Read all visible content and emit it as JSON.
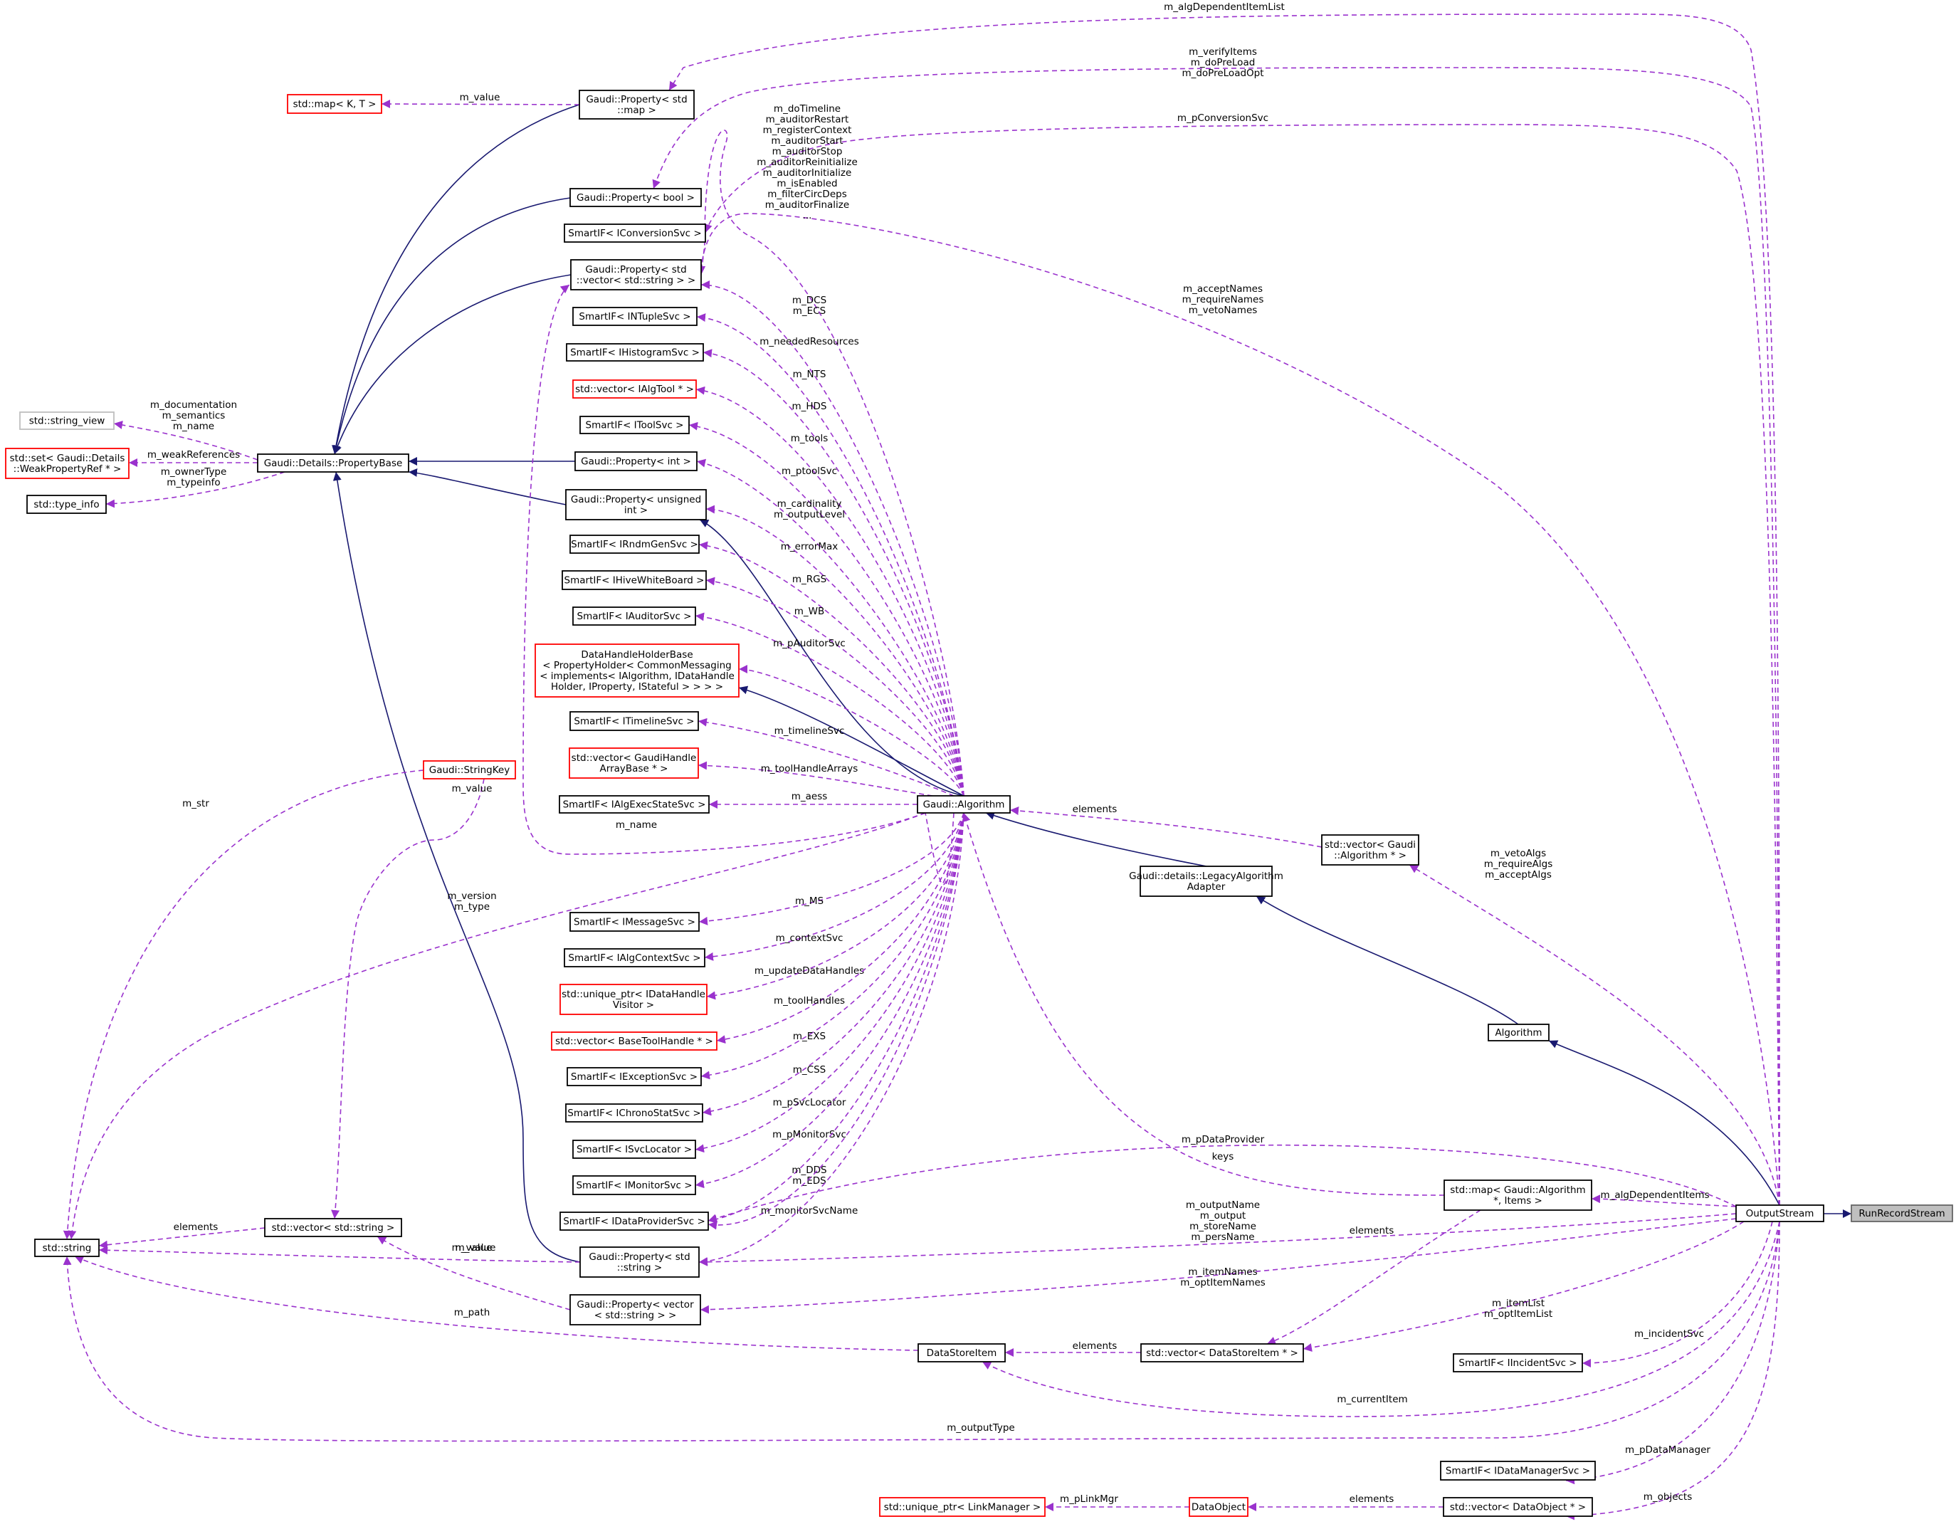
{
  "nodes": [
    {
      "id": "RunRecordStream",
      "lines": [
        "RunRecordStream"
      ],
      "border": "#666666",
      "fill": "#bfbfbf"
    },
    {
      "id": "OutputStream",
      "lines": [
        "OutputStream"
      ],
      "border": "#000000",
      "fill": "#ffffff"
    },
    {
      "id": "Algorithm",
      "lines": [
        "Algorithm"
      ],
      "border": "#000000",
      "fill": "#ffffff"
    },
    {
      "id": "LegacyAdapter",
      "lines": [
        "Gaudi::details::LegacyAlgorithm",
        "Adapter"
      ],
      "border": "#000000",
      "fill": "#ffffff"
    },
    {
      "id": "GaudiAlgorithm",
      "lines": [
        "Gaudi::Algorithm"
      ],
      "border": "#000000",
      "fill": "#ffffff"
    },
    {
      "id": "DataHandleHolderBase",
      "lines": [
        "DataHandleHolderBase",
        "< PropertyHolder< CommonMessaging",
        "< implements< IAlgorithm, IDataHandle",
        "Holder, IProperty, IStateful > > > >"
      ],
      "border": "#ff0000",
      "fill": "#ffffff"
    },
    {
      "id": "PropertyBase",
      "lines": [
        "Gaudi::Details::PropertyBase"
      ],
      "border": "#000000",
      "fill": "#ffffff"
    },
    {
      "id": "PropMap",
      "lines": [
        "Gaudi::Property< std",
        "::map >"
      ],
      "border": "#000000",
      "fill": "#ffffff"
    },
    {
      "id": "PropBool",
      "lines": [
        "Gaudi::Property< bool >"
      ],
      "border": "#000000",
      "fill": "#ffffff"
    },
    {
      "id": "PropVecStr",
      "lines": [
        "Gaudi::Property< std",
        "::vector< std::string > >"
      ],
      "border": "#000000",
      "fill": "#ffffff"
    },
    {
      "id": "PropInt",
      "lines": [
        "Gaudi::Property< int >"
      ],
      "border": "#000000",
      "fill": "#ffffff"
    },
    {
      "id": "PropUInt",
      "lines": [
        "Gaudi::Property< unsigned",
        "int >"
      ],
      "border": "#000000",
      "fill": "#ffffff"
    },
    {
      "id": "PropString",
      "lines": [
        "Gaudi::Property< std",
        "::string >"
      ],
      "border": "#000000",
      "fill": "#ffffff"
    },
    {
      "id": "PropVector",
      "lines": [
        "Gaudi::Property< vector",
        "< std::string > >"
      ],
      "border": "#000000",
      "fill": "#ffffff"
    },
    {
      "id": "StdMapKT",
      "lines": [
        "std::map< K, T >"
      ],
      "border": "#ff0000",
      "fill": "#ffffff"
    },
    {
      "id": "StringView",
      "lines": [
        "std::string_view"
      ],
      "border": "#bfbfbf",
      "fill": "#ffffff"
    },
    {
      "id": "StdSet",
      "lines": [
        "std::set< Gaudi::Details",
        "::WeakPropertyRef * >"
      ],
      "border": "#ff0000",
      "fill": "#ffffff"
    },
    {
      "id": "TypeInfo",
      "lines": [
        "std::type_info"
      ],
      "border": "#000000",
      "fill": "#ffffff"
    },
    {
      "id": "StdString",
      "lines": [
        "std::string"
      ],
      "border": "#000000",
      "fill": "#ffffff"
    },
    {
      "id": "StringKey",
      "lines": [
        "Gaudi::StringKey"
      ],
      "border": "#ff0000",
      "fill": "#ffffff"
    },
    {
      "id": "VecStdString",
      "lines": [
        "std::vector< std::string >"
      ],
      "border": "#000000",
      "fill": "#ffffff"
    },
    {
      "id": "SIConversion",
      "lines": [
        "SmartIF< IConversionSvc >"
      ],
      "border": "#000000",
      "fill": "#ffffff"
    },
    {
      "id": "SINTuple",
      "lines": [
        "SmartIF< INTupleSvc >"
      ],
      "border": "#000000",
      "fill": "#ffffff"
    },
    {
      "id": "SIHisto",
      "lines": [
        "SmartIF< IHistogramSvc >"
      ],
      "border": "#000000",
      "fill": "#ffffff"
    },
    {
      "id": "VecAlgTool",
      "lines": [
        "std::vector< IAlgTool * >"
      ],
      "border": "#ff0000",
      "fill": "#ffffff"
    },
    {
      "id": "SITool",
      "lines": [
        "SmartIF< IToolSvc >"
      ],
      "border": "#000000",
      "fill": "#ffffff"
    },
    {
      "id": "SIRndm",
      "lines": [
        "SmartIF< IRndmGenSvc >"
      ],
      "border": "#000000",
      "fill": "#ffffff"
    },
    {
      "id": "SIHive",
      "lines": [
        "SmartIF< IHiveWhiteBoard >"
      ],
      "border": "#000000",
      "fill": "#ffffff"
    },
    {
      "id": "SIAuditor",
      "lines": [
        "SmartIF< IAuditorSvc >"
      ],
      "border": "#000000",
      "fill": "#ffffff"
    },
    {
      "id": "SITimeline",
      "lines": [
        "SmartIF< ITimelineSvc >"
      ],
      "border": "#000000",
      "fill": "#ffffff"
    },
    {
      "id": "VecGaudiHandle",
      "lines": [
        "std::vector< GaudiHandle",
        "ArrayBase * >"
      ],
      "border": "#ff0000",
      "fill": "#ffffff"
    },
    {
      "id": "SIAlgExec",
      "lines": [
        "SmartIF< IAlgExecStateSvc >"
      ],
      "border": "#000000",
      "fill": "#ffffff"
    },
    {
      "id": "SIMessage",
      "lines": [
        "SmartIF< IMessageSvc >"
      ],
      "border": "#000000",
      "fill": "#ffffff"
    },
    {
      "id": "SIAlgContext",
      "lines": [
        "SmartIF< IAlgContextSvc >"
      ],
      "border": "#000000",
      "fill": "#ffffff"
    },
    {
      "id": "UPtrVisitor",
      "lines": [
        "std::unique_ptr< IDataHandle",
        "Visitor >"
      ],
      "border": "#ff0000",
      "fill": "#ffffff"
    },
    {
      "id": "VecBaseTool",
      "lines": [
        "std::vector< BaseToolHandle * >"
      ],
      "border": "#ff0000",
      "fill": "#ffffff"
    },
    {
      "id": "SIException",
      "lines": [
        "SmartIF< IExceptionSvc >"
      ],
      "border": "#000000",
      "fill": "#ffffff"
    },
    {
      "id": "SIChrono",
      "lines": [
        "SmartIF< IChronoStatSvc >"
      ],
      "border": "#000000",
      "fill": "#ffffff"
    },
    {
      "id": "SISvcLocator",
      "lines": [
        "SmartIF< ISvcLocator >"
      ],
      "border": "#000000",
      "fill": "#ffffff"
    },
    {
      "id": "SIMonitor",
      "lines": [
        "SmartIF< IMonitorSvc >"
      ],
      "border": "#000000",
      "fill": "#ffffff"
    },
    {
      "id": "SIDataProvider",
      "lines": [
        "SmartIF< IDataProviderSvc >"
      ],
      "border": "#000000",
      "fill": "#ffffff"
    },
    {
      "id": "VecGaudiAlg",
      "lines": [
        "std::vector< Gaudi",
        "::Algorithm * >"
      ],
      "border": "#000000",
      "fill": "#ffffff"
    },
    {
      "id": "MapGaudiAlg",
      "lines": [
        "std::map< Gaudi::Algorithm",
        "*, Items >"
      ],
      "border": "#000000",
      "fill": "#ffffff"
    },
    {
      "id": "VecDataStoreItem",
      "lines": [
        "std::vector< DataStoreItem * >"
      ],
      "border": "#000000",
      "fill": "#ffffff"
    },
    {
      "id": "DataStoreItem",
      "lines": [
        "DataStoreItem"
      ],
      "border": "#000000",
      "fill": "#ffffff"
    },
    {
      "id": "SIIncident",
      "lines": [
        "SmartIF< IIncidentSvc >"
      ],
      "border": "#000000",
      "fill": "#ffffff"
    },
    {
      "id": "SIDataManager",
      "lines": [
        "SmartIF< IDataManagerSvc >"
      ],
      "border": "#000000",
      "fill": "#ffffff"
    },
    {
      "id": "VecDataObject",
      "lines": [
        "std::vector< DataObject * >"
      ],
      "border": "#000000",
      "fill": "#ffffff"
    },
    {
      "id": "DataObject",
      "lines": [
        "DataObject"
      ],
      "border": "#ff0000",
      "fill": "#ffffff"
    },
    {
      "id": "UPtrLinkManager",
      "lines": [
        "std::unique_ptr< LinkManager >"
      ],
      "border": "#ff0000",
      "fill": "#ffffff"
    }
  ],
  "edges": [
    {
      "id": "e1",
      "kind": "inherit",
      "labels": []
    },
    {
      "id": "e2",
      "kind": "inherit",
      "labels": []
    },
    {
      "id": "e3",
      "kind": "inherit",
      "labels": []
    },
    {
      "id": "e4",
      "kind": "inherit",
      "labels": []
    },
    {
      "id": "e5",
      "kind": "inherit",
      "labels": []
    },
    {
      "id": "e6",
      "kind": "inherit",
      "labels": []
    },
    {
      "id": "e7",
      "kind": "inherit",
      "labels": []
    },
    {
      "id": "e8",
      "kind": "inherit",
      "labels": []
    },
    {
      "id": "e9",
      "kind": "inherit",
      "labels": []
    },
    {
      "id": "e10",
      "kind": "inherit",
      "labels": []
    },
    {
      "id": "e11",
      "kind": "inherit",
      "labels": []
    },
    {
      "id": "e12",
      "kind": "inherit",
      "labels": []
    },
    {
      "id": "u1",
      "kind": "usage",
      "labels": [
        "m_algDependentItemList"
      ]
    },
    {
      "id": "u2",
      "kind": "usage",
      "labels": [
        "m_verifyItems",
        "m_doPreLoad",
        "m_doPreLoadOpt"
      ]
    },
    {
      "id": "u3",
      "kind": "usage",
      "labels": [
        "m_pConversionSvc"
      ]
    },
    {
      "id": "u4",
      "kind": "usage",
      "labels": [
        "m_acceptNames",
        "m_requireNames",
        "m_vetoNames"
      ]
    },
    {
      "id": "u5",
      "kind": "usage",
      "labels": [
        "m_vetoAlgs",
        "m_requireAlgs",
        "m_acceptAlgs"
      ]
    },
    {
      "id": "u6",
      "kind": "usage",
      "labels": [
        "m_algDependentItems"
      ]
    },
    {
      "id": "u7",
      "kind": "usage",
      "labels": [
        "m_pDataProvider"
      ]
    },
    {
      "id": "u8",
      "kind": "usage",
      "labels": [
        "m_outputName",
        "m_output",
        "m_storeName",
        "m_persName"
      ]
    },
    {
      "id": "u9",
      "kind": "usage",
      "labels": [
        "m_itemNames",
        "m_optItemNames"
      ]
    },
    {
      "id": "u10",
      "kind": "usage",
      "labels": [
        "m_itemList",
        "m_optItemList"
      ]
    },
    {
      "id": "u11",
      "kind": "usage",
      "labels": [
        "m_incidentSvc"
      ]
    },
    {
      "id": "u12",
      "kind": "usage",
      "labels": [
        "m_currentItem"
      ]
    },
    {
      "id": "u13",
      "kind": "usage",
      "labels": [
        "m_outputType"
      ]
    },
    {
      "id": "u14",
      "kind": "usage",
      "labels": [
        "m_pDataManager"
      ]
    },
    {
      "id": "u15",
      "kind": "usage",
      "labels": [
        "m_objects"
      ]
    },
    {
      "id": "u16",
      "kind": "usage",
      "labels": [
        "elements"
      ]
    },
    {
      "id": "u17",
      "kind": "usage",
      "labels": [
        "m_pLinkMgr"
      ]
    },
    {
      "id": "u18",
      "kind": "usage",
      "labels": [
        "elements"
      ]
    },
    {
      "id": "u19",
      "kind": "usage",
      "labels": [
        "elements"
      ]
    },
    {
      "id": "u20",
      "kind": "usage",
      "labels": [
        "m_path"
      ]
    },
    {
      "id": "u21",
      "kind": "usage",
      "labels": [
        "keys"
      ]
    },
    {
      "id": "u22",
      "kind": "usage",
      "labels": [
        "elements"
      ]
    },
    {
      "id": "u23",
      "kind": "usage",
      "labels": [
        "m_value"
      ]
    },
    {
      "id": "u24",
      "kind": "usage",
      "labels": [
        "m_documentation",
        "m_semantics",
        "m_name"
      ]
    },
    {
      "id": "u25",
      "kind": "usage",
      "labels": [
        "m_weakReferences"
      ]
    },
    {
      "id": "u26",
      "kind": "usage",
      "labels": [
        "m_ownerType",
        "m_typeinfo"
      ]
    },
    {
      "id": "u27",
      "kind": "usage",
      "labels": [
        "m_str"
      ]
    },
    {
      "id": "u28",
      "kind": "usage",
      "labels": [
        "m_value"
      ]
    },
    {
      "id": "u29",
      "kind": "usage",
      "labels": [
        "elements"
      ]
    },
    {
      "id": "u30",
      "kind": "usage",
      "labels": [
        "m_value"
      ]
    },
    {
      "id": "u31",
      "kind": "usage",
      "labels": [
        "m_value"
      ]
    },
    {
      "id": "a1",
      "kind": "usage",
      "labels": [
        "m_doTimeline",
        "m_auditorRestart",
        "m_registerContext",
        "m_auditorStart",
        "m_auditorStop",
        "m_auditorReinitialize",
        "m_auditorInitialize",
        "m_isEnabled",
        "m_filterCircDeps",
        "m_auditorFinalize",
        "..."
      ]
    },
    {
      "id": "a2",
      "kind": "usage",
      "labels": [
        "m_DCS",
        "m_ECS"
      ]
    },
    {
      "id": "a3",
      "kind": "usage",
      "labels": [
        "m_neededResources"
      ]
    },
    {
      "id": "a4",
      "kind": "usage",
      "labels": [
        "m_NTS"
      ]
    },
    {
      "id": "a5",
      "kind": "usage",
      "labels": [
        "m_HDS"
      ]
    },
    {
      "id": "a6",
      "kind": "usage",
      "labels": [
        "m_tools"
      ]
    },
    {
      "id": "a7",
      "kind": "usage",
      "labels": [
        "m_ptoolSvc"
      ]
    },
    {
      "id": "a8",
      "kind": "usage",
      "labels": [
        "m_cardinality",
        "m_outputLevel"
      ]
    },
    {
      "id": "a9",
      "kind": "usage",
      "labels": [
        "m_errorMax"
      ]
    },
    {
      "id": "a10",
      "kind": "usage",
      "labels": [
        "m_RGS"
      ]
    },
    {
      "id": "a11",
      "kind": "usage",
      "labels": [
        "m_WB"
      ]
    },
    {
      "id": "a12",
      "kind": "usage",
      "labels": [
        "m_pAuditorSvc"
      ]
    },
    {
      "id": "a13",
      "kind": "usage",
      "labels": [
        "m_timelineSvc"
      ]
    },
    {
      "id": "a14",
      "kind": "usage",
      "labels": [
        "m_toolHandleArrays"
      ]
    },
    {
      "id": "a15",
      "kind": "usage",
      "labels": [
        "m_aess"
      ]
    },
    {
      "id": "a16",
      "kind": "usage",
      "labels": [
        "m_name"
      ]
    },
    {
      "id": "a17",
      "kind": "usage",
      "labels": [
        "m_version",
        "m_type"
      ]
    },
    {
      "id": "a18",
      "kind": "usage",
      "labels": [
        "m_MS"
      ]
    },
    {
      "id": "a19",
      "kind": "usage",
      "labels": [
        "m_contextSvc"
      ]
    },
    {
      "id": "a20",
      "kind": "usage",
      "labels": [
        "m_updateDataHandles"
      ]
    },
    {
      "id": "a21",
      "kind": "usage",
      "labels": [
        "m_toolHandles"
      ]
    },
    {
      "id": "a22",
      "kind": "usage",
      "labels": [
        "m_EXS"
      ]
    },
    {
      "id": "a23",
      "kind": "usage",
      "labels": [
        "m_CSS"
      ]
    },
    {
      "id": "a24",
      "kind": "usage",
      "labels": [
        "m_pSvcLocator"
      ]
    },
    {
      "id": "a25",
      "kind": "usage",
      "labels": [
        "m_pMonitorSvc"
      ]
    },
    {
      "id": "a26",
      "kind": "usage",
      "labels": [
        "m_DDS",
        "m_EDS"
      ]
    },
    {
      "id": "a27",
      "kind": "usage",
      "labels": [
        "m_monitorSvcName"
      ]
    },
    {
      "id": "a28",
      "kind": "usage",
      "labels": []
    },
    {
      "id": "a29",
      "kind": "usage",
      "labels": []
    }
  ],
  "colors": {
    "inherit": "#191970",
    "usage": "#9a32cd"
  }
}
